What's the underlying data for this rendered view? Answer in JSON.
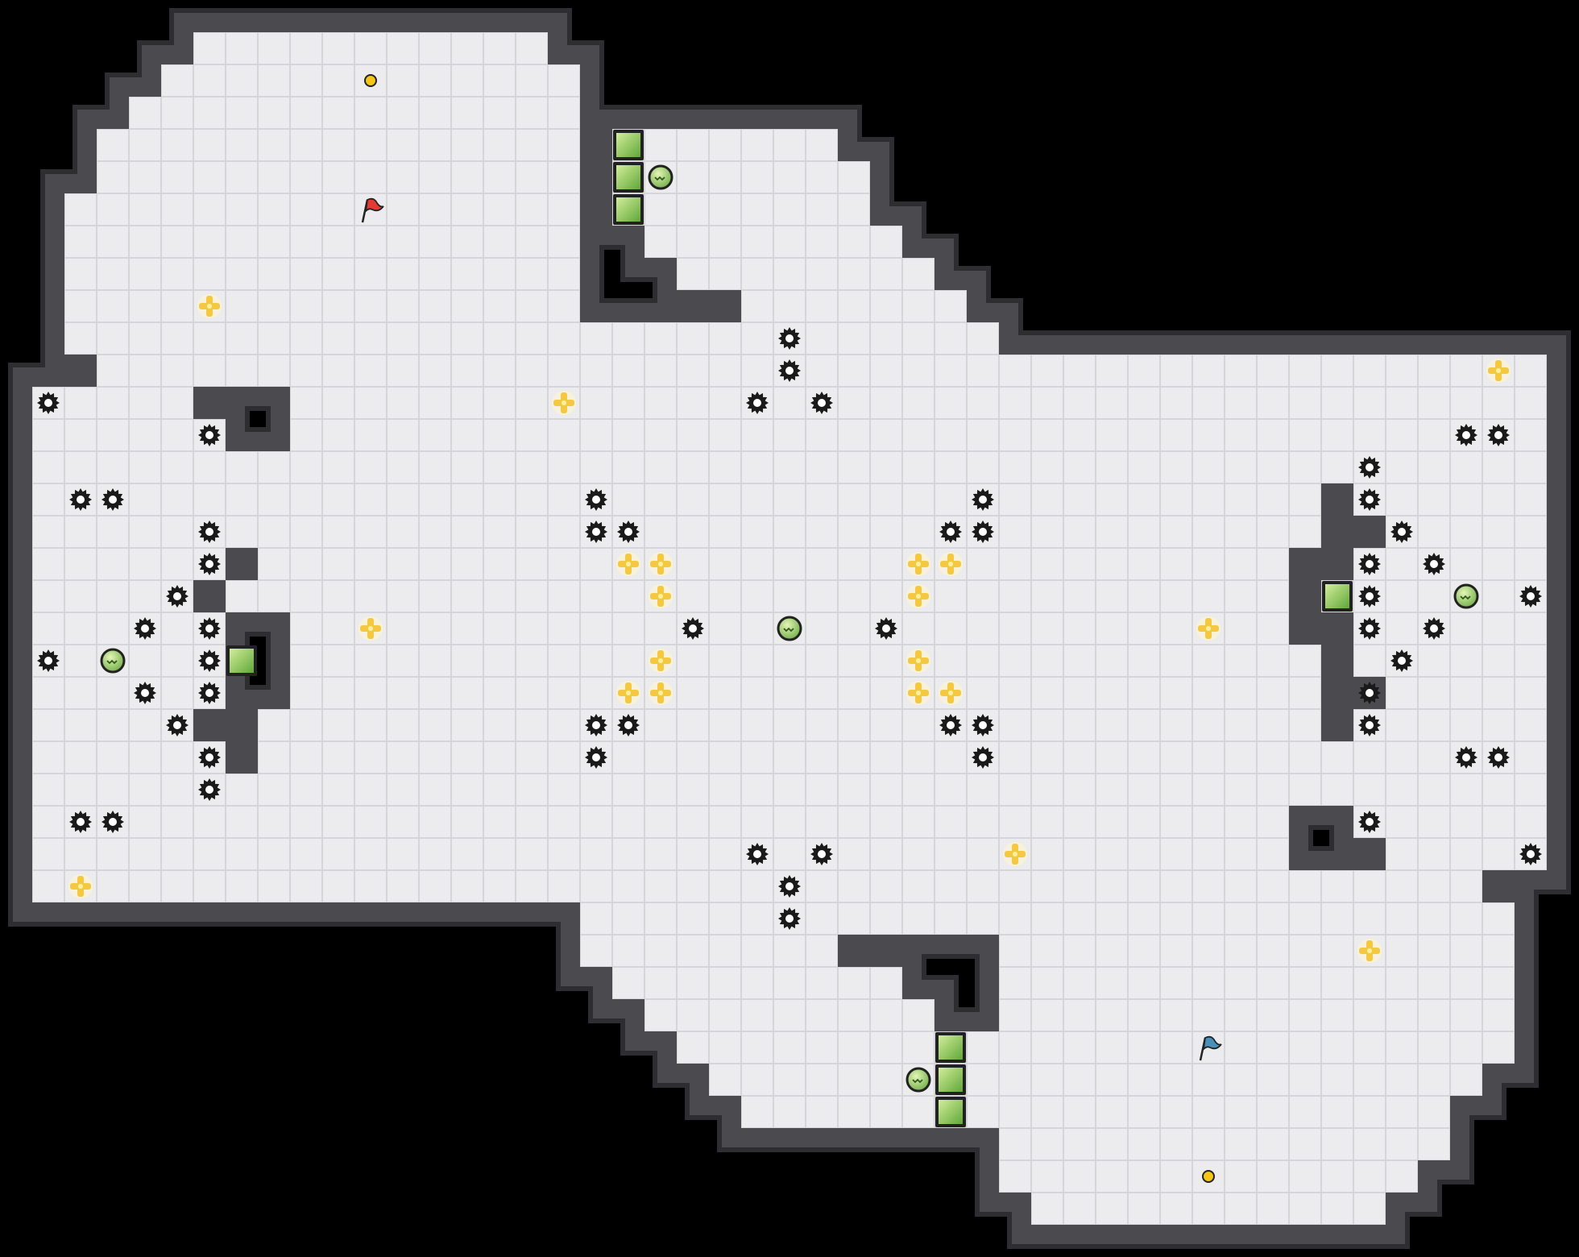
{
  "game": {
    "grid": {
      "cols": 49,
      "rows": 39
    },
    "colors": {
      "background": "#000000",
      "floor": "#ececee",
      "floor_line": "#d6d6da",
      "wall": "#4a4a4f",
      "wall_edge": "#2e2e32",
      "gear": "#1a1a1a",
      "pickup": "#f5c842",
      "crate": "#8bc34a",
      "orb": "#9ccc65",
      "flag_red": "#e53935",
      "flag_blue": "#4a90b8",
      "coin": "#f5c518"
    },
    "players": [
      {
        "id": "red",
        "flag": "flag-red-icon",
        "cell": [
          11,
          6
        ]
      },
      {
        "id": "blue",
        "flag": "flag-blue-icon",
        "cell": [
          37,
          32
        ]
      }
    ],
    "coins": [
      [
        11,
        2
      ],
      [
        37,
        36
      ]
    ],
    "crates": [
      [
        19,
        4
      ],
      [
        19,
        5
      ],
      [
        19,
        6
      ],
      [
        7,
        20
      ],
      [
        41,
        18
      ],
      [
        29,
        32
      ],
      [
        29,
        33
      ],
      [
        29,
        34
      ]
    ],
    "orbs": [
      [
        20,
        5
      ],
      [
        24,
        19
      ],
      [
        3,
        20
      ],
      [
        45,
        18
      ],
      [
        28,
        33
      ]
    ],
    "pickups": [
      [
        6,
        9
      ],
      [
        17,
        12
      ],
      [
        11,
        19
      ],
      [
        19,
        17
      ],
      [
        20,
        17
      ],
      [
        20,
        18
      ],
      [
        20,
        20
      ],
      [
        19,
        21
      ],
      [
        20,
        21
      ],
      [
        28,
        17
      ],
      [
        29,
        17
      ],
      [
        28,
        18
      ],
      [
        28,
        20
      ],
      [
        28,
        21
      ],
      [
        29,
        21
      ],
      [
        37,
        19
      ],
      [
        31,
        26
      ],
      [
        2,
        27
      ],
      [
        46,
        11
      ],
      [
        42,
        29
      ]
    ],
    "gears": [
      [
        24,
        10
      ],
      [
        24,
        11
      ],
      [
        23,
        12
      ],
      [
        25,
        12
      ],
      [
        1,
        12
      ],
      [
        6,
        13
      ],
      [
        2,
        15
      ],
      [
        3,
        15
      ],
      [
        6,
        16
      ],
      [
        6,
        17
      ],
      [
        5,
        18
      ],
      [
        4,
        19
      ],
      [
        6,
        19
      ],
      [
        1,
        20
      ],
      [
        6,
        20
      ],
      [
        4,
        21
      ],
      [
        6,
        21
      ],
      [
        5,
        22
      ],
      [
        6,
        23
      ],
      [
        6,
        24
      ],
      [
        2,
        25
      ],
      [
        3,
        25
      ],
      [
        18,
        15
      ],
      [
        18,
        16
      ],
      [
        19,
        16
      ],
      [
        21,
        19
      ],
      [
        27,
        19
      ],
      [
        18,
        22
      ],
      [
        19,
        22
      ],
      [
        18,
        23
      ],
      [
        30,
        15
      ],
      [
        29,
        16
      ],
      [
        30,
        16
      ],
      [
        29,
        22
      ],
      [
        30,
        22
      ],
      [
        30,
        23
      ],
      [
        23,
        26
      ],
      [
        25,
        26
      ],
      [
        24,
        27
      ],
      [
        24,
        28
      ],
      [
        42,
        14
      ],
      [
        42,
        15
      ],
      [
        43,
        16
      ],
      [
        42,
        17
      ],
      [
        44,
        17
      ],
      [
        42,
        18
      ],
      [
        47,
        18
      ],
      [
        42,
        19
      ],
      [
        44,
        19
      ],
      [
        43,
        20
      ],
      [
        42,
        21
      ],
      [
        42,
        22
      ],
      [
        45,
        13
      ],
      [
        46,
        13
      ],
      [
        45,
        23
      ],
      [
        46,
        23
      ],
      [
        42,
        25
      ],
      [
        47,
        26
      ]
    ]
  }
}
